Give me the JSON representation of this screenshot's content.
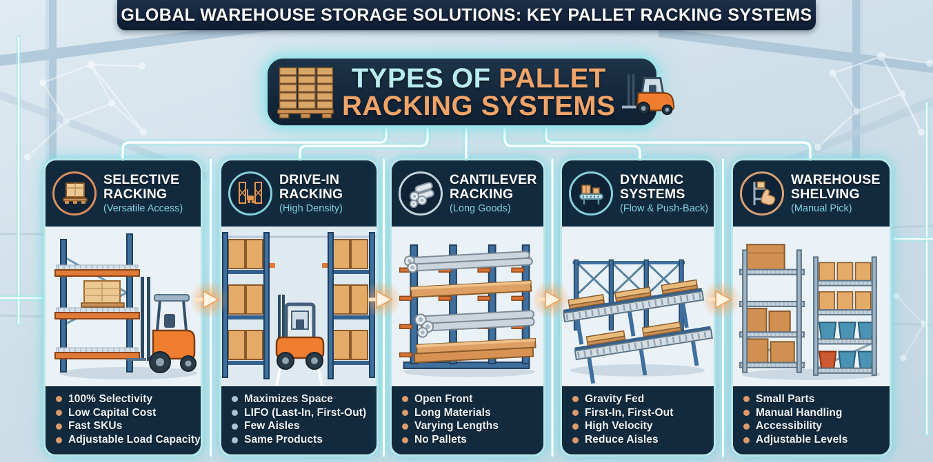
{
  "banner": {
    "text": "GLOBAL WAREHOUSE STORAGE SOLUTIONS: KEY PALLET RACKING SYSTEMS"
  },
  "title_box": {
    "word1": "TYPES OF",
    "word2": "PALLET",
    "line2": "RACKING SYSTEMS",
    "left_icon": "pallet-stack-icon",
    "right_icon": "forklift-icon"
  },
  "colors": {
    "navy_panel": "#122a3e",
    "card_border_teal": "#b9e6e9",
    "glow_teal": "#7de1e8",
    "cyan_subtitle": "#7fd0dd",
    "title_cyan": "#b9ecf0",
    "title_orange": "#f0a469",
    "bullet_dot_orange": "#dc9a6d",
    "bullet_dot_blue": "#a9c3d2",
    "illustration_bg": "#eaf2f7",
    "forklift_orange": "#ee7d2f",
    "rack_blue": "#3f6f9d",
    "beam_orange": "#e07b39",
    "box_tan": "#e3ab67"
  },
  "cards": [
    {
      "title": "SELECTIVE RACKING",
      "subtitle": "(Versatile Access)",
      "icon": "box-on-pallet-icon",
      "ring_color": "#d98e5f",
      "bullet_color": "#dc9a6d",
      "illustration": "selective-rack-with-forklift",
      "bullets": [
        "100% Selectivity",
        "Low Capital Cost",
        "Fast SKUs",
        "Adjustable Load Capacity"
      ]
    },
    {
      "title": "DRIVE-IN RACKING",
      "subtitle": "(High Density)",
      "icon": "drive-in-rack-forklift-icon",
      "ring_color": "#86cfdb",
      "bullet_color": "#a9c3d2",
      "illustration": "drive-in-aisle-with-forklift",
      "bullets": [
        "Maximizes Space",
        "LIFO (Last-In, First-Out)",
        "Few Aisles",
        "Same Products"
      ]
    },
    {
      "title": "CANTILEVER RACKING",
      "subtitle": "(Long Goods)",
      "icon": "pipes-icon",
      "ring_color": "#c3d3dc",
      "bullet_color": "#dc9a6d",
      "illustration": "cantilever-rack-pipes-lumber",
      "bullets": [
        "Open Front",
        "Long Materials",
        "Varying Lengths",
        "No Pallets"
      ]
    },
    {
      "title": "DYNAMIC SYSTEMS",
      "subtitle": "(Flow & Push-Back)",
      "icon": "conveyor-boxes-icon",
      "ring_color": "#86cfdb",
      "bullet_color": "#dc9a6d",
      "illustration": "gravity-flow-rack-pallets",
      "bullets": [
        "Gravity Fed",
        "First-In, First-Out",
        "High Velocity",
        "Reduce Aisles"
      ]
    },
    {
      "title": "WAREHOUSE SHELVING",
      "subtitle": "(Manual Pick)",
      "icon": "hand-pick-box-icon",
      "ring_color": "#d9a275",
      "bullet_color": "#dc9a6d",
      "illustration": "corner-shelving-boxes-bins",
      "bullets": [
        "Small Parts",
        "Manual Handling",
        "Accessibility",
        "Adjustable Levels"
      ]
    }
  ]
}
